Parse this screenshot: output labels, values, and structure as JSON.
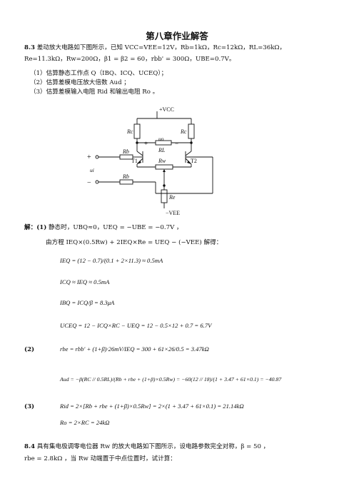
{
  "title": "第八章作业解答",
  "problem83": {
    "num": "8.3",
    "line1": "差动放大电路如下图所示，已知 V",
    "line1_rest": "CC=VEE=12V，Rb=1kΩ，Rc=12kΩ，RL=36kΩ，",
    "line2": "Re=11.3kΩ，Rw=200Ω，β1 = β2 = 60，rbb' = 300Ω，UBE=0.7V。",
    "q1": "（1）估算静态工作点 Q（IBQ、ICQ、UCEQ）；",
    "q2": "（2）估算差模电压放大倍数 Aud ；",
    "q3": "（3）估算差模输入电阻 Rid 和输出电阻 Ro 。"
  },
  "circuit": {
    "vcc": "+VCC",
    "vee": "−VEE",
    "rc_left": "Rc",
    "rc_right": "Rc",
    "uo": "uo",
    "rl": "RL",
    "rb_top": "Rb",
    "rb_bot": "Rb",
    "rw": "Rw",
    "re": "Re",
    "t1": "T1",
    "t2": "T2",
    "ui": "ui",
    "plus": "+",
    "minus": "−"
  },
  "solution": {
    "label": "解：(1)",
    "intro": "静态时，UBQ≈0，UEQ = −UBE = −0.7V ，",
    "eq_lead": "由方程 IEQ×(0.5Rw) + 2IEQ×Re = UEQ − (−VEE) 解得：",
    "ieq": "IEQ = (12 − 0.7)/(0.1 + 2×11.3) ≈ 0.5mA",
    "icq": "ICQ ≈ IEQ ≈ 0.5mA",
    "ibq": "IBQ = ICQ/β = 8.3μA",
    "uceq": "UCEQ = 12 − ICQ×RC − UEQ = 12 − 0.5×12 + 0.7 = 6.7V",
    "label2": "(2)",
    "rbe": "rbe = rbb' + (1+β)·26mV/IEQ = 300 + 61×26/0.5 = 3.47kΩ",
    "aud": "Aud = −β(RC // 0.5RL)/(Rb + rbe + (1+β)×0.5Rw) = −60(12 // 18)/(1 + 3.47 + 61×0.1) = −40.87",
    "label3": "(3)",
    "rid": "Rid = 2×[Rb + rbe + (1+β)×0.5Rw] = 2×(1 + 3.47 + 61×0.1) = 21.14kΩ",
    "ro": "Ro = 2×RC = 24kΩ"
  },
  "problem84": {
    "num": "8.4",
    "line1": "具有集电极调零电位器 Rw 的放大电路如下图所示，设电路参数完全对称，β = 50 ，",
    "line2": "rbe = 2.8kΩ ，当 Rw 动端置于中点位置时，试计算："
  }
}
